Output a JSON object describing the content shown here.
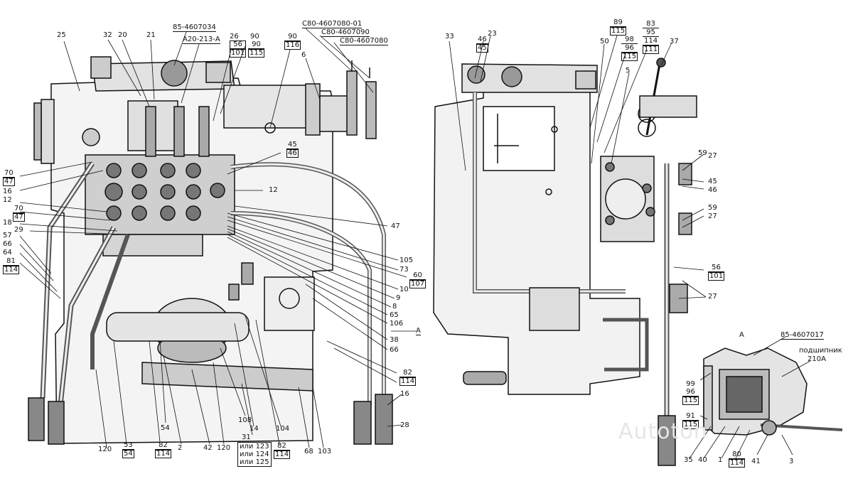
{
  "left_view": {
    "part_codes": [
      "85-4607034",
      "А20-213-А",
      "С80-4607080-01",
      "С80-4607090",
      "С80-4607080"
    ],
    "labels": [
      "25",
      "32",
      "20",
      "21",
      "26",
      "90",
      "6",
      "70",
      "16",
      "12",
      "18",
      "57",
      "66",
      "64",
      "81",
      "29",
      "45",
      "12",
      "47",
      "105",
      "73",
      "60",
      "10",
      "9",
      "8",
      "65",
      "106",
      "38",
      "66",
      "82",
      "16",
      "28",
      "120",
      "53",
      "54",
      "54",
      "2",
      "42",
      "120",
      "108",
      "14",
      "104",
      "68",
      "103",
      "31",
      "82",
      "A"
    ],
    "fractions": [
      {
        "top": "56",
        "bottom": "101"
      },
      {
        "top": "90",
        "bottom": "115"
      },
      {
        "top": "90",
        "bottom": "116"
      },
      {
        "top": "70",
        "bottom": "47"
      },
      {
        "top": "70",
        "bottom": "47"
      },
      {
        "top": "81",
        "bottom": "114"
      },
      {
        "top": "45",
        "bottom": "46"
      },
      {
        "top": "60",
        "bottom": "107"
      },
      {
        "top": "82",
        "bottom": "114"
      },
      {
        "top": "53",
        "bottom": "54"
      },
      {
        "top": "82",
        "bottom": "114"
      },
      {
        "top": "82",
        "bottom": "114"
      }
    ],
    "alternatives": [
      "или 123",
      "или 124",
      "или 125"
    ]
  },
  "right_view": {
    "labels": [
      "33",
      "46",
      "23",
      "89",
      "50",
      "83",
      "37",
      "98",
      "5",
      "59",
      "27",
      "45",
      "46",
      "59",
      "27",
      "27"
    ],
    "fractions": [
      {
        "top": "46",
        "bottom": "45"
      },
      {
        "top": "89",
        "bottom": "115"
      },
      {
        "top": "98",
        "bottom": "96",
        "bottom2": "115"
      },
      {
        "top": "83",
        "mid": "95",
        "mid2": "114",
        "bottom": "111"
      },
      {
        "top": "56",
        "bottom": "101"
      }
    ]
  },
  "detail_a": {
    "title": "А",
    "code": "85-4607017",
    "bearing_label": "подшипник",
    "bearing_code": "210А",
    "labels": [
      "99",
      "96",
      "115",
      "91",
      "115",
      "35",
      "40",
      "1",
      "80",
      "114",
      "41",
      "3"
    ]
  },
  "watermark": "Autoton"
}
